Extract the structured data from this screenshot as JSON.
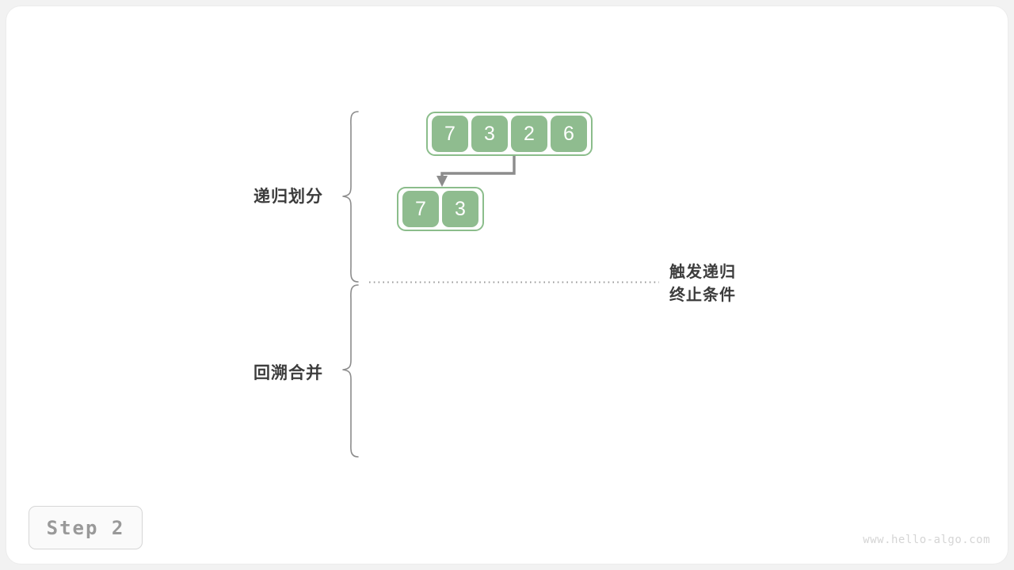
{
  "page": {
    "background_color": "#f2f2f2",
    "card_color": "#ffffff"
  },
  "theme": {
    "cell_fill": "#8fbc8f",
    "cell_border": "#8bbd8b",
    "cell_text": "#ffffff",
    "label_text": "#3c3c3c",
    "arrow_color": "#8c8c8c",
    "brace_color": "#8c8c8c",
    "dotted_color": "#9a9a9a",
    "badge_text": "#999999",
    "watermark_text": "#d5d5d5"
  },
  "sections": {
    "divide_label": "递归划分",
    "merge_label": "回溯合并"
  },
  "annotation": {
    "line1": "触发递归",
    "line2": "终止条件"
  },
  "arrays": [
    {
      "id": "array-top",
      "name": "source-array",
      "values": [
        "7",
        "3",
        "2",
        "6"
      ]
    },
    {
      "id": "array-bottom",
      "name": "left-subarray",
      "values": [
        "7",
        "3"
      ]
    }
  ],
  "badge": {
    "label": "Step 2"
  },
  "watermark": {
    "text": "www.hello-algo.com"
  }
}
